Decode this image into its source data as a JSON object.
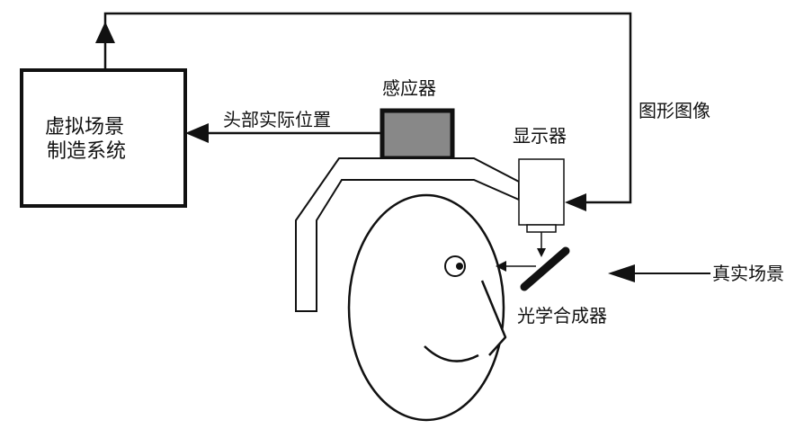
{
  "labels": {
    "vr_system_line1": "虚拟场景",
    "vr_system_line2": "制造系统",
    "head_position": "头部实际位置",
    "sensor": "感应器",
    "display": "显示器",
    "graphic_image": "图形图像",
    "real_scene": "真实场景",
    "optical_combiner": "光学合成器"
  }
}
